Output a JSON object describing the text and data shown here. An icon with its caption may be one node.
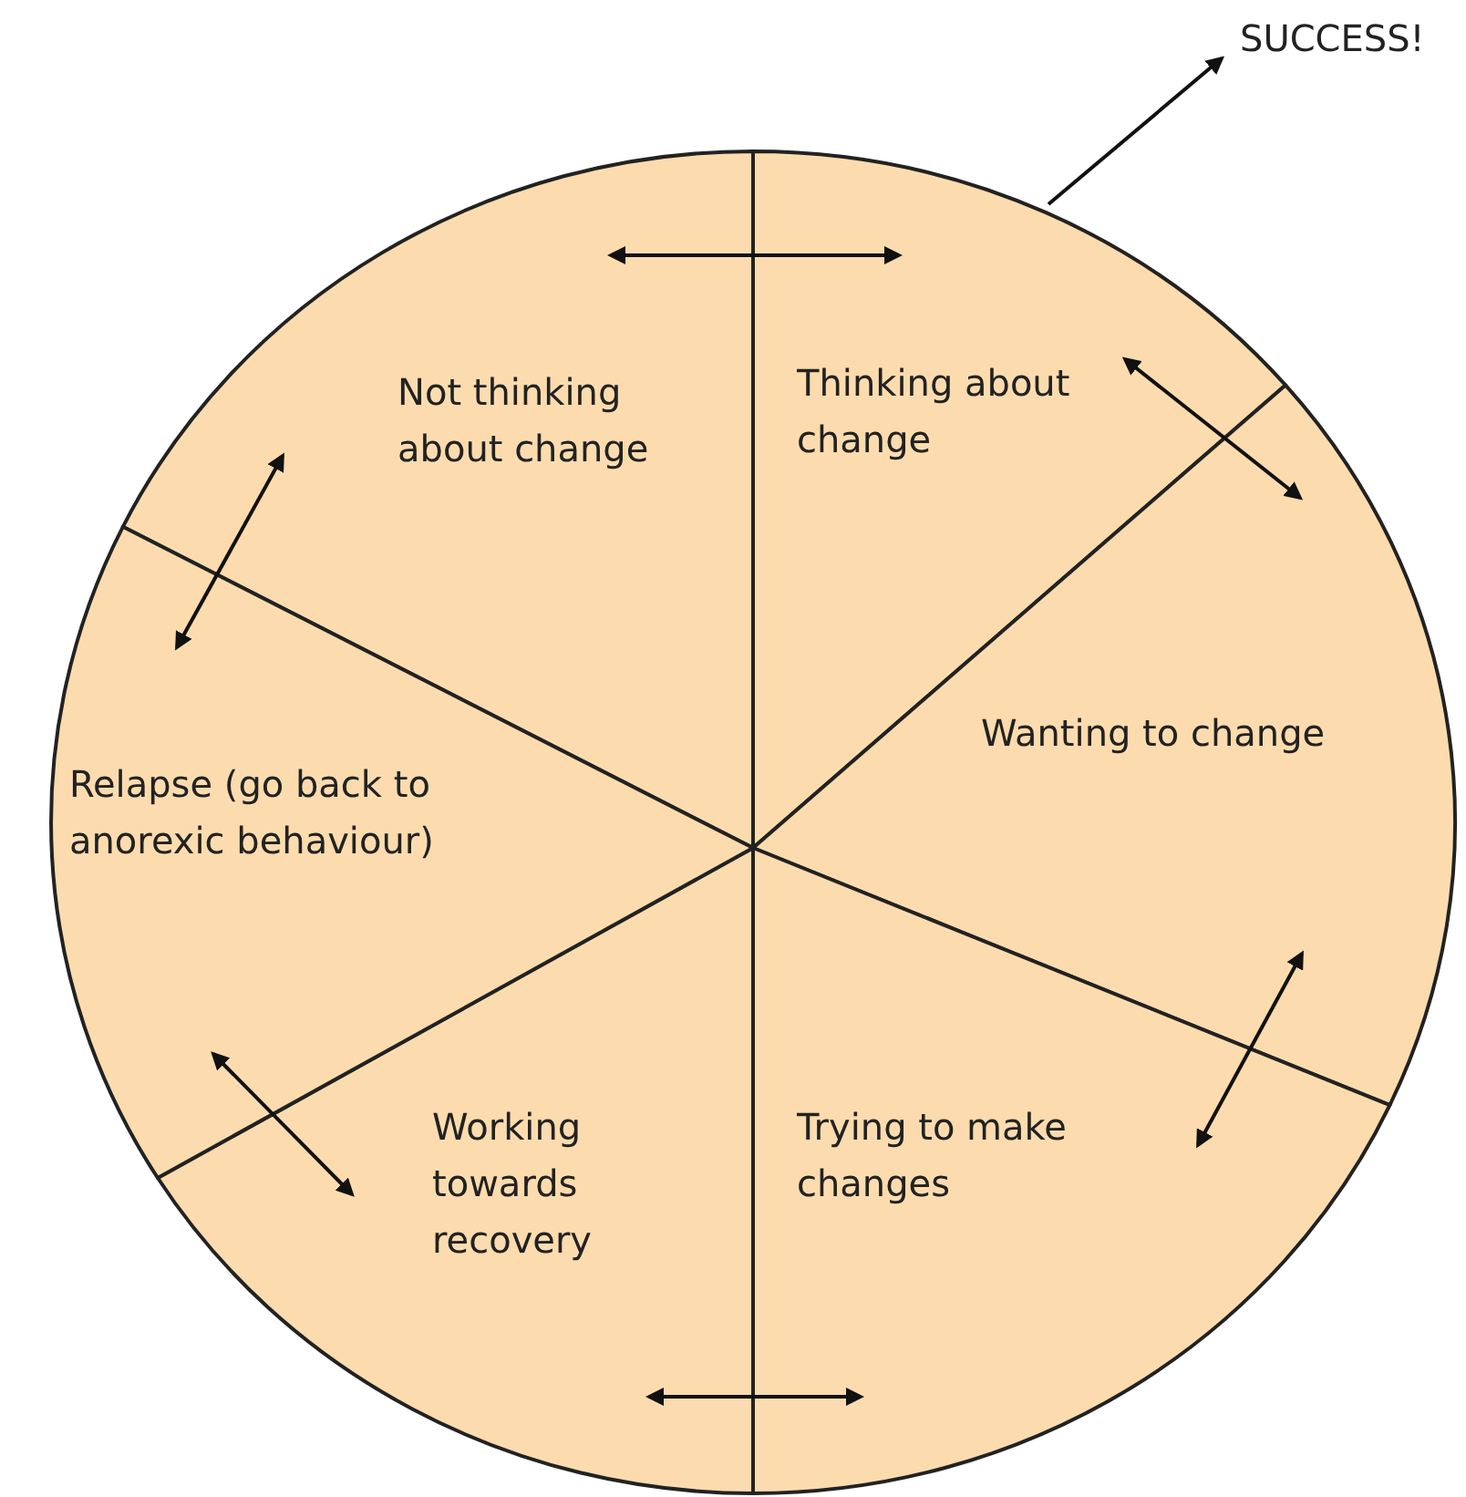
{
  "diagram": {
    "nodes": [
      {
        "text": [
          "Not thinking about change"
        ]
      },
      {
        "text": [
          "Thinking about change"
        ]
      },
      {
        "text": [
          "Wanting to change"
        ]
      },
      {
        "text": [
          "Trying to make changes"
        ]
      },
      {
        "text": [
          "Working towards recovery"
        ]
      },
      {
        "text": [
          "Relapse (go back to anorexic behaviour)"
        ]
      },
      {
        "text": [
          "SUCCESS!"
        ]
      }
    ],
    "edges": [
      {
        "from": 0,
        "to": 1,
        "arrow": "both"
      },
      {
        "from": 1,
        "to": 2,
        "arrow": "both"
      },
      {
        "from": 2,
        "to": 3,
        "arrow": "both"
      },
      {
        "from": 3,
        "to": 4,
        "arrow": "both"
      },
      {
        "from": 4,
        "to": 5,
        "arrow": "both"
      },
      {
        "from": 5,
        "to": 0,
        "arrow": "both"
      },
      {
        "from": 1,
        "to": 6,
        "arrow": "to"
      }
    ]
  }
}
